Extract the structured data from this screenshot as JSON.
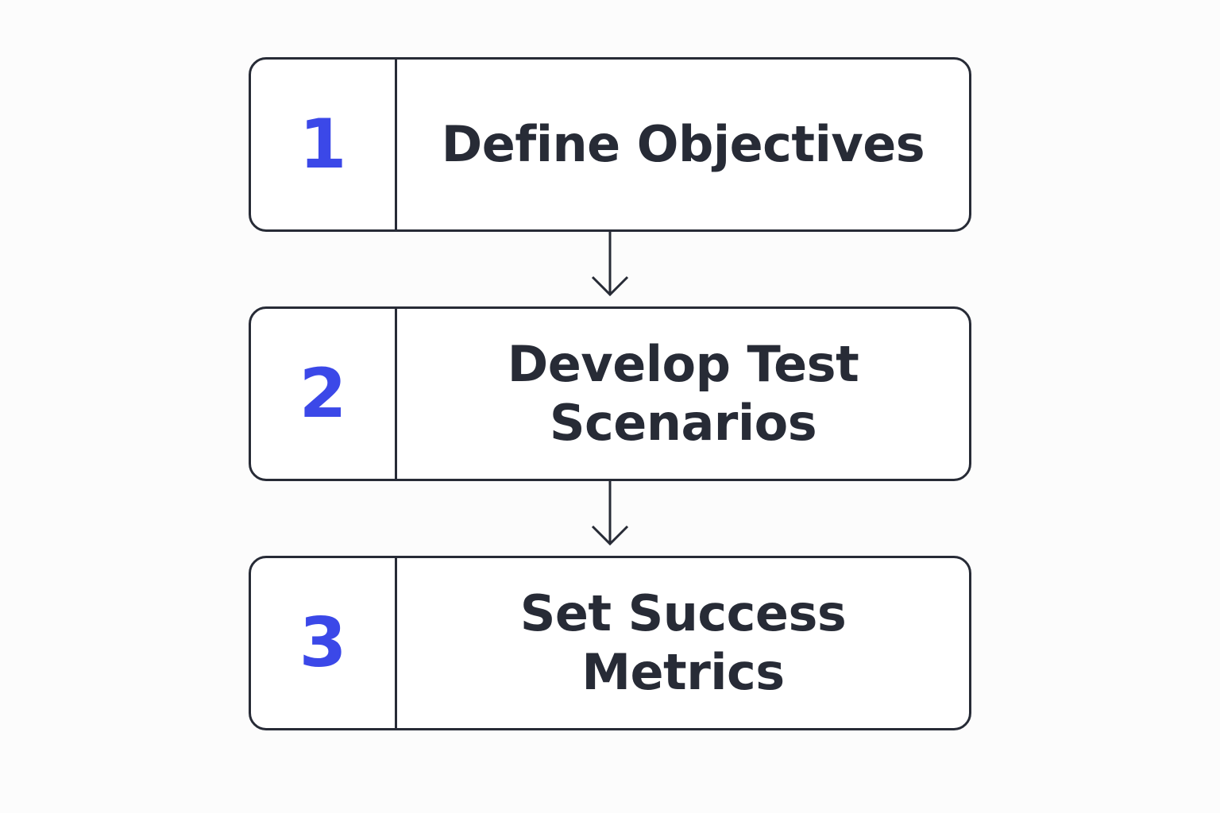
{
  "colors": {
    "background": "#fcfcfc",
    "box_fill": "#ffffff",
    "stroke": "#272b36",
    "number_accent": "#3b48e8",
    "label_text": "#272b36"
  },
  "steps": [
    {
      "number": "1",
      "label": "Define Objectives"
    },
    {
      "number": "2",
      "label": "Develop Test Scenarios"
    },
    {
      "number": "3",
      "label": "Set Success Metrics"
    }
  ],
  "connectors": [
    {
      "from": "1",
      "to": "2",
      "icon": "down-arrow-icon"
    },
    {
      "from": "2",
      "to": "3",
      "icon": "down-arrow-icon"
    }
  ]
}
